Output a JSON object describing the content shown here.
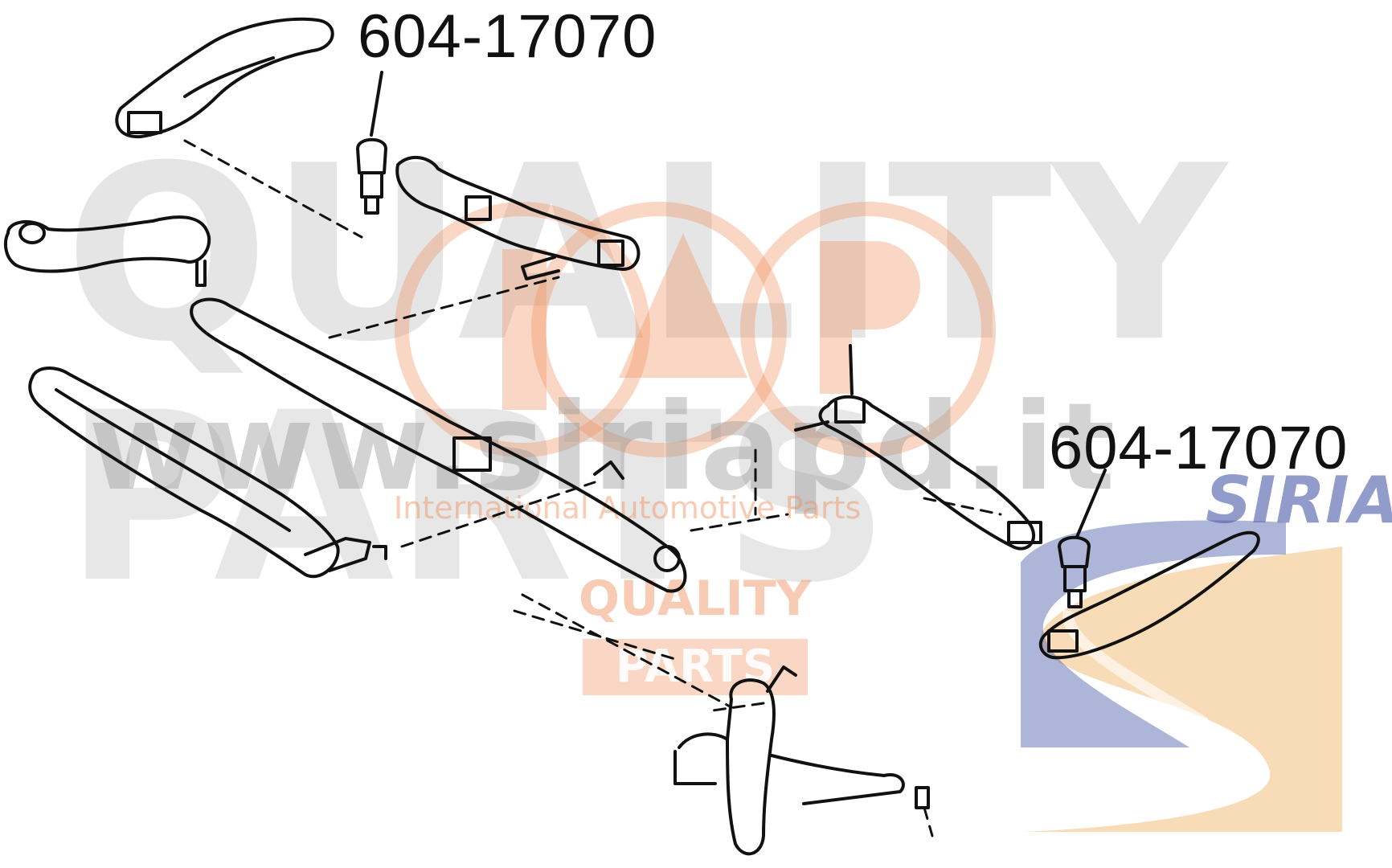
{
  "diagram": {
    "part_labels": [
      "604-17070",
      "604-17070"
    ]
  },
  "watermark": {
    "large_text_top": "QUALITY",
    "large_text_bottom": "PARTS",
    "url": "www.siriapd.it",
    "tagline": "International Automotive Parts",
    "small_quality": "QUALITY",
    "small_parts": "PARTS",
    "brand_logo": "SIRIA",
    "colors": {
      "gray": "#9a9a9a",
      "orange": "#f08a5a",
      "blue": "#4a5aa8",
      "gold": "#f0b060"
    }
  }
}
